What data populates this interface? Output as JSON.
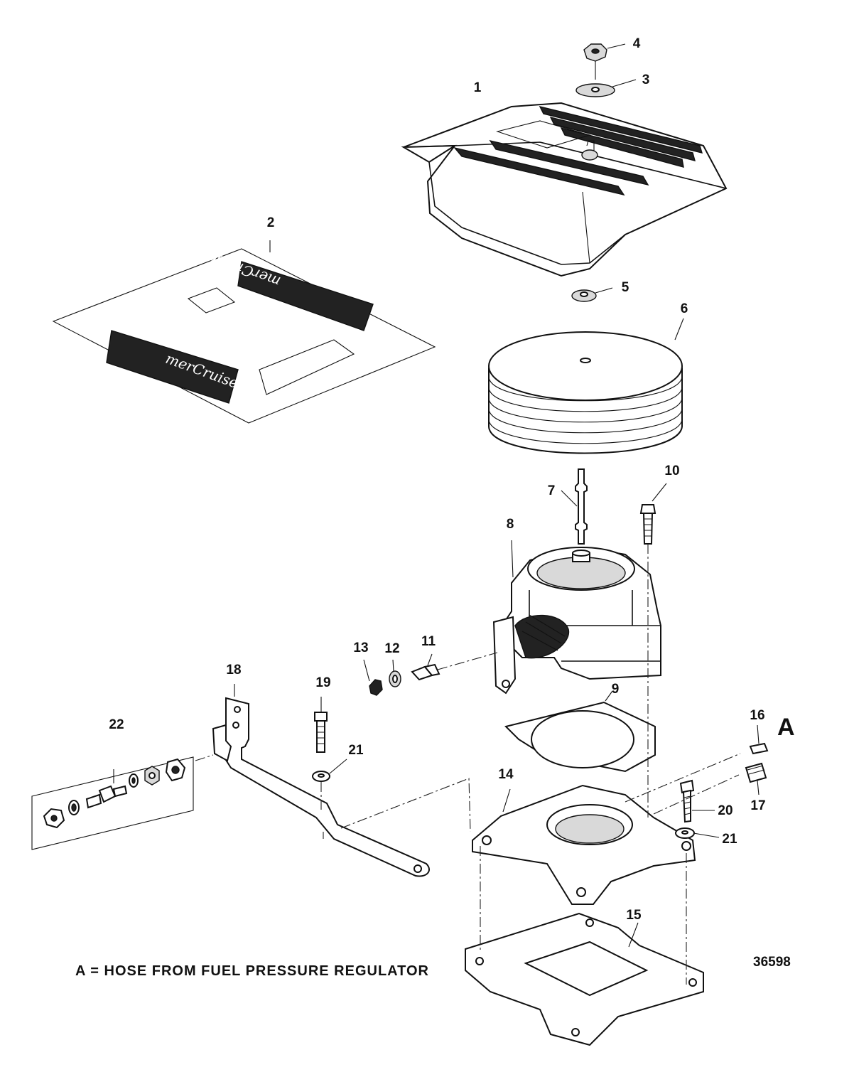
{
  "callouts": {
    "c1": "1",
    "c2": "2",
    "c3": "3",
    "c4": "4",
    "c5": "5",
    "c6": "6",
    "c7": "7",
    "c8": "8",
    "c9": "9",
    "c10": "10",
    "c11": "11",
    "c12": "12",
    "c13": "13",
    "c14": "14",
    "c15": "15",
    "c16": "16",
    "c17": "17",
    "c18": "18",
    "c19": "19",
    "c20": "20",
    "c21a": "21",
    "c21b": "21",
    "c22": "22"
  },
  "marker_a": "A",
  "caption": "A = HOSE FROM FUEL PRESSURE REGULATOR",
  "figure_number": "36598",
  "decal_text_1": "merCruiser",
  "decal_text_2": "merCruiser"
}
